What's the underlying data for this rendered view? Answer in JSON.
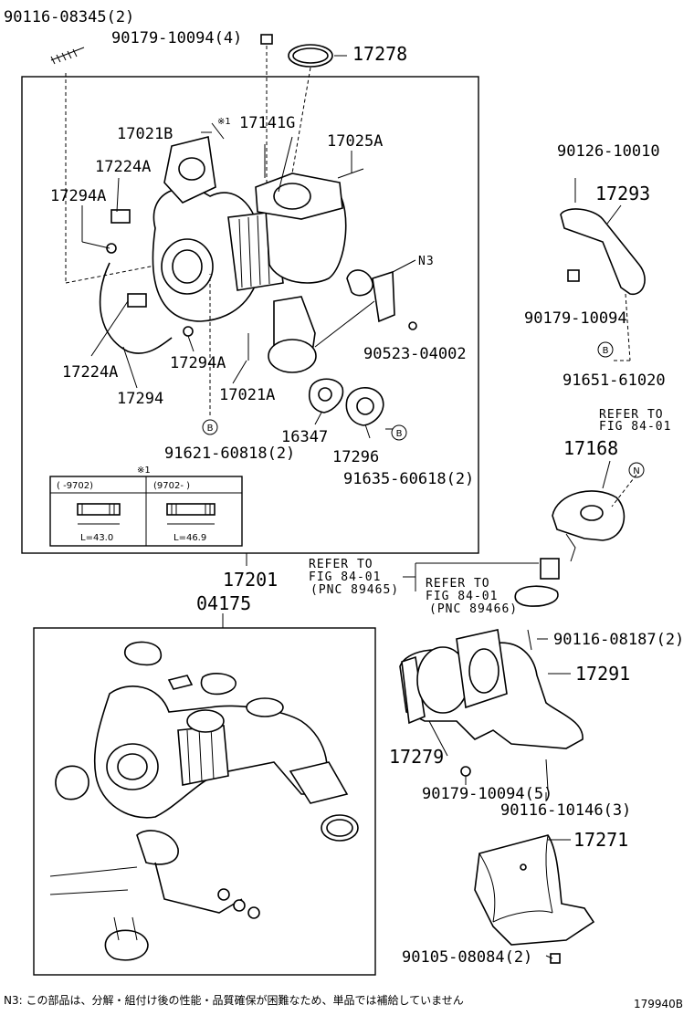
{
  "labels": {
    "p_90116_08345": "90116-08345(2)",
    "p_90179_10094_4": "90179-10094(4)",
    "p_17278": "17278",
    "p_17021B": "17021B",
    "p_mark1": "※1",
    "p_17141G": "17141G",
    "p_17025A": "17025A",
    "p_17224A_top": "17224A",
    "p_17294A_top": "17294A",
    "p_N3": "N3",
    "p_17224A_bot": "17224A",
    "p_17294": "17294",
    "p_17294A_bot": "17294A",
    "p_17021A": "17021A",
    "p_90523_04002": "90523-04002",
    "p_16347": "16347",
    "p_17296": "17296",
    "p_91621_60818": "91621-60818(2)",
    "p_91635_60618": "91635-60618(2)",
    "p_90126_10010": "90126-10010",
    "p_17293": "17293",
    "p_90179_10094": "90179-10094",
    "p_91651_61020": "91651-61020",
    "p_17201": "17201",
    "p_04175": "04175",
    "p_17168": "17168",
    "p_90116_08187": "90116-08187(2)",
    "p_17291": "17291",
    "p_17279": "17279",
    "p_90179_10094_5": "90179-10094(5)",
    "p_90116_10146": "90116-10146(3)",
    "p_17271": "17271",
    "p_90105_08084": "90105-08084(2)"
  },
  "refs": {
    "ref1_l1": "REFER TO",
    "ref1_l2": "FIG 84-01",
    "ref2_l1": "REFER TO",
    "ref2_l2": "FIG 84-01",
    "ref2_l3": "(PNC 89465)",
    "ref3_l1": "REFER TO",
    "ref3_l2": "FIG 84-01",
    "ref3_l3": "(PNC 89466)"
  },
  "markers": {
    "B": "B",
    "N": "N"
  },
  "mini_table": {
    "mark": "※1",
    "col1_header": "(    -9702)",
    "col2_header": "(9702-    )",
    "col1_length": "L=43.0",
    "col2_length": "L=46.9"
  },
  "footer": {
    "note": "N3: この部品は、分解・組付け後の性能・品質確保が困難なため、単品では補給していません",
    "figure_code": "179940B"
  }
}
